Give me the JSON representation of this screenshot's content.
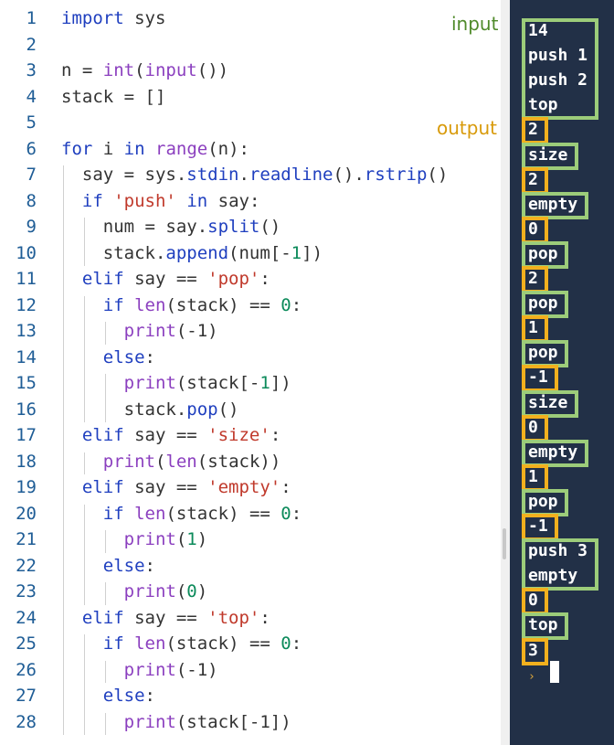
{
  "editor": {
    "lines": [
      {
        "n": "1",
        "parts": [
          [
            "import",
            "kw"
          ],
          [
            " sys",
            ""
          ]
        ]
      },
      {
        "n": "2",
        "parts": []
      },
      {
        "n": "3",
        "parts": [
          [
            "n = ",
            ""
          ],
          [
            "int",
            "fn"
          ],
          [
            "(",
            ""
          ],
          [
            "input",
            "fn"
          ],
          [
            "())",
            ""
          ]
        ]
      },
      {
        "n": "4",
        "parts": [
          [
            "stack = []",
            ""
          ]
        ]
      },
      {
        "n": "5",
        "parts": []
      },
      {
        "n": "6",
        "parts": [
          [
            "for",
            "kw"
          ],
          [
            " i ",
            ""
          ],
          [
            "in",
            "kw"
          ],
          [
            " ",
            ""
          ],
          [
            "range",
            "fn"
          ],
          [
            "(n):",
            ""
          ]
        ]
      },
      {
        "n": "7",
        "parts": [
          [
            "  say = sys.",
            ""
          ],
          [
            "stdin",
            "mth"
          ],
          [
            ".",
            ""
          ],
          [
            "readline",
            "mth"
          ],
          [
            "().",
            ""
          ],
          [
            "rstrip",
            "mth"
          ],
          [
            "()",
            ""
          ]
        ]
      },
      {
        "n": "8",
        "parts": [
          [
            "  ",
            ""
          ],
          [
            "if",
            "kw"
          ],
          [
            " ",
            ""
          ],
          [
            "'push'",
            "str"
          ],
          [
            " ",
            ""
          ],
          [
            "in",
            "kw"
          ],
          [
            " say:",
            ""
          ]
        ]
      },
      {
        "n": "9",
        "parts": [
          [
            "    num = say.",
            ""
          ],
          [
            "split",
            "mth"
          ],
          [
            "()",
            ""
          ]
        ]
      },
      {
        "n": "10",
        "parts": [
          [
            "    stack.",
            ""
          ],
          [
            "append",
            "mth"
          ],
          [
            "(num[-",
            ""
          ],
          [
            "1",
            "num"
          ],
          [
            "])",
            ""
          ]
        ]
      },
      {
        "n": "11",
        "parts": [
          [
            "  ",
            ""
          ],
          [
            "elif",
            "kw"
          ],
          [
            " say == ",
            ""
          ],
          [
            "'pop'",
            "str"
          ],
          [
            ":",
            ""
          ]
        ]
      },
      {
        "n": "12",
        "parts": [
          [
            "    ",
            ""
          ],
          [
            "if",
            "kw"
          ],
          [
            " ",
            ""
          ],
          [
            "len",
            "fn"
          ],
          [
            "(stack) == ",
            ""
          ],
          [
            "0",
            "num"
          ],
          [
            ":",
            ""
          ]
        ]
      },
      {
        "n": "13",
        "parts": [
          [
            "      ",
            ""
          ],
          [
            "print",
            "fn"
          ],
          [
            "(-1)",
            ""
          ]
        ]
      },
      {
        "n": "14",
        "parts": [
          [
            "    ",
            ""
          ],
          [
            "else",
            "kw"
          ],
          [
            ":",
            ""
          ]
        ]
      },
      {
        "n": "15",
        "parts": [
          [
            "      ",
            ""
          ],
          [
            "print",
            "fn"
          ],
          [
            "(stack[-",
            ""
          ],
          [
            "1",
            "num"
          ],
          [
            "])",
            ""
          ]
        ]
      },
      {
        "n": "16",
        "parts": [
          [
            "      stack.",
            ""
          ],
          [
            "pop",
            "mth"
          ],
          [
            "()",
            ""
          ]
        ]
      },
      {
        "n": "17",
        "parts": [
          [
            "  ",
            ""
          ],
          [
            "elif",
            "kw"
          ],
          [
            " say == ",
            ""
          ],
          [
            "'size'",
            "str"
          ],
          [
            ":",
            ""
          ]
        ]
      },
      {
        "n": "18",
        "parts": [
          [
            "    ",
            ""
          ],
          [
            "print",
            "fn"
          ],
          [
            "(",
            ""
          ],
          [
            "len",
            "fn"
          ],
          [
            "(stack))",
            ""
          ]
        ]
      },
      {
        "n": "19",
        "parts": [
          [
            "  ",
            ""
          ],
          [
            "elif",
            "kw"
          ],
          [
            " say == ",
            ""
          ],
          [
            "'empty'",
            "str"
          ],
          [
            ":",
            ""
          ]
        ]
      },
      {
        "n": "20",
        "parts": [
          [
            "    ",
            ""
          ],
          [
            "if",
            "kw"
          ],
          [
            " ",
            ""
          ],
          [
            "len",
            "fn"
          ],
          [
            "(stack) == ",
            ""
          ],
          [
            "0",
            "num"
          ],
          [
            ":",
            ""
          ]
        ]
      },
      {
        "n": "21",
        "parts": [
          [
            "      ",
            ""
          ],
          [
            "print",
            "fn"
          ],
          [
            "(",
            ""
          ],
          [
            "1",
            "num"
          ],
          [
            ")",
            ""
          ]
        ]
      },
      {
        "n": "22",
        "parts": [
          [
            "    ",
            ""
          ],
          [
            "else",
            "kw"
          ],
          [
            ":",
            ""
          ]
        ]
      },
      {
        "n": "23",
        "parts": [
          [
            "      ",
            ""
          ],
          [
            "print",
            "fn"
          ],
          [
            "(",
            ""
          ],
          [
            "0",
            "num"
          ],
          [
            ")",
            ""
          ]
        ]
      },
      {
        "n": "24",
        "parts": [
          [
            "  ",
            ""
          ],
          [
            "elif",
            "kw"
          ],
          [
            " say == ",
            ""
          ],
          [
            "'top'",
            "str"
          ],
          [
            ":",
            ""
          ]
        ]
      },
      {
        "n": "25",
        "parts": [
          [
            "    ",
            ""
          ],
          [
            "if",
            "kw"
          ],
          [
            " ",
            ""
          ],
          [
            "len",
            "fn"
          ],
          [
            "(stack) == ",
            ""
          ],
          [
            "0",
            "num"
          ],
          [
            ":",
            ""
          ]
        ]
      },
      {
        "n": "26",
        "parts": [
          [
            "      ",
            ""
          ],
          [
            "print",
            "fn"
          ],
          [
            "(-1)",
            ""
          ]
        ]
      },
      {
        "n": "27",
        "parts": [
          [
            "    ",
            ""
          ],
          [
            "else",
            "kw"
          ],
          [
            ":",
            ""
          ]
        ]
      },
      {
        "n": "28",
        "parts": [
          [
            "      ",
            ""
          ],
          [
            "print",
            "fn"
          ],
          [
            "(stack[-1])",
            ""
          ]
        ]
      }
    ]
  },
  "labels": {
    "input": "input",
    "output": "output"
  },
  "terminal": {
    "lines": [
      {
        "t": "14",
        "box": "in"
      },
      {
        "t": "push 1",
        "box": "in"
      },
      {
        "t": "push 2",
        "box": "in"
      },
      {
        "t": "top",
        "box": "in"
      },
      {
        "t": "2",
        "box": "out"
      },
      {
        "t": "size",
        "box": "in"
      },
      {
        "t": "2",
        "box": "out"
      },
      {
        "t": "empty",
        "box": "in"
      },
      {
        "t": "0",
        "box": "out"
      },
      {
        "t": "pop",
        "box": "in"
      },
      {
        "t": "2",
        "box": "out"
      },
      {
        "t": "pop",
        "box": "in"
      },
      {
        "t": "1",
        "box": "out"
      },
      {
        "t": "pop",
        "box": "in"
      },
      {
        "t": "-1",
        "box": "out"
      },
      {
        "t": "size",
        "box": "in"
      },
      {
        "t": "0",
        "box": "out"
      },
      {
        "t": "empty",
        "box": "in"
      },
      {
        "t": "1",
        "box": "out"
      },
      {
        "t": "pop",
        "box": "in"
      },
      {
        "t": "-1",
        "box": "out"
      },
      {
        "t": "push 3",
        "box": "in"
      },
      {
        "t": "empty",
        "box": "in"
      },
      {
        "t": "0",
        "box": "out"
      },
      {
        "t": "top",
        "box": "in"
      },
      {
        "t": "3",
        "box": "out"
      }
    ],
    "prompt_glyph": "›"
  },
  "colors": {
    "input_box": "#9ccc7a",
    "output_box": "#f2b01e",
    "terminal_bg": "#223047"
  }
}
